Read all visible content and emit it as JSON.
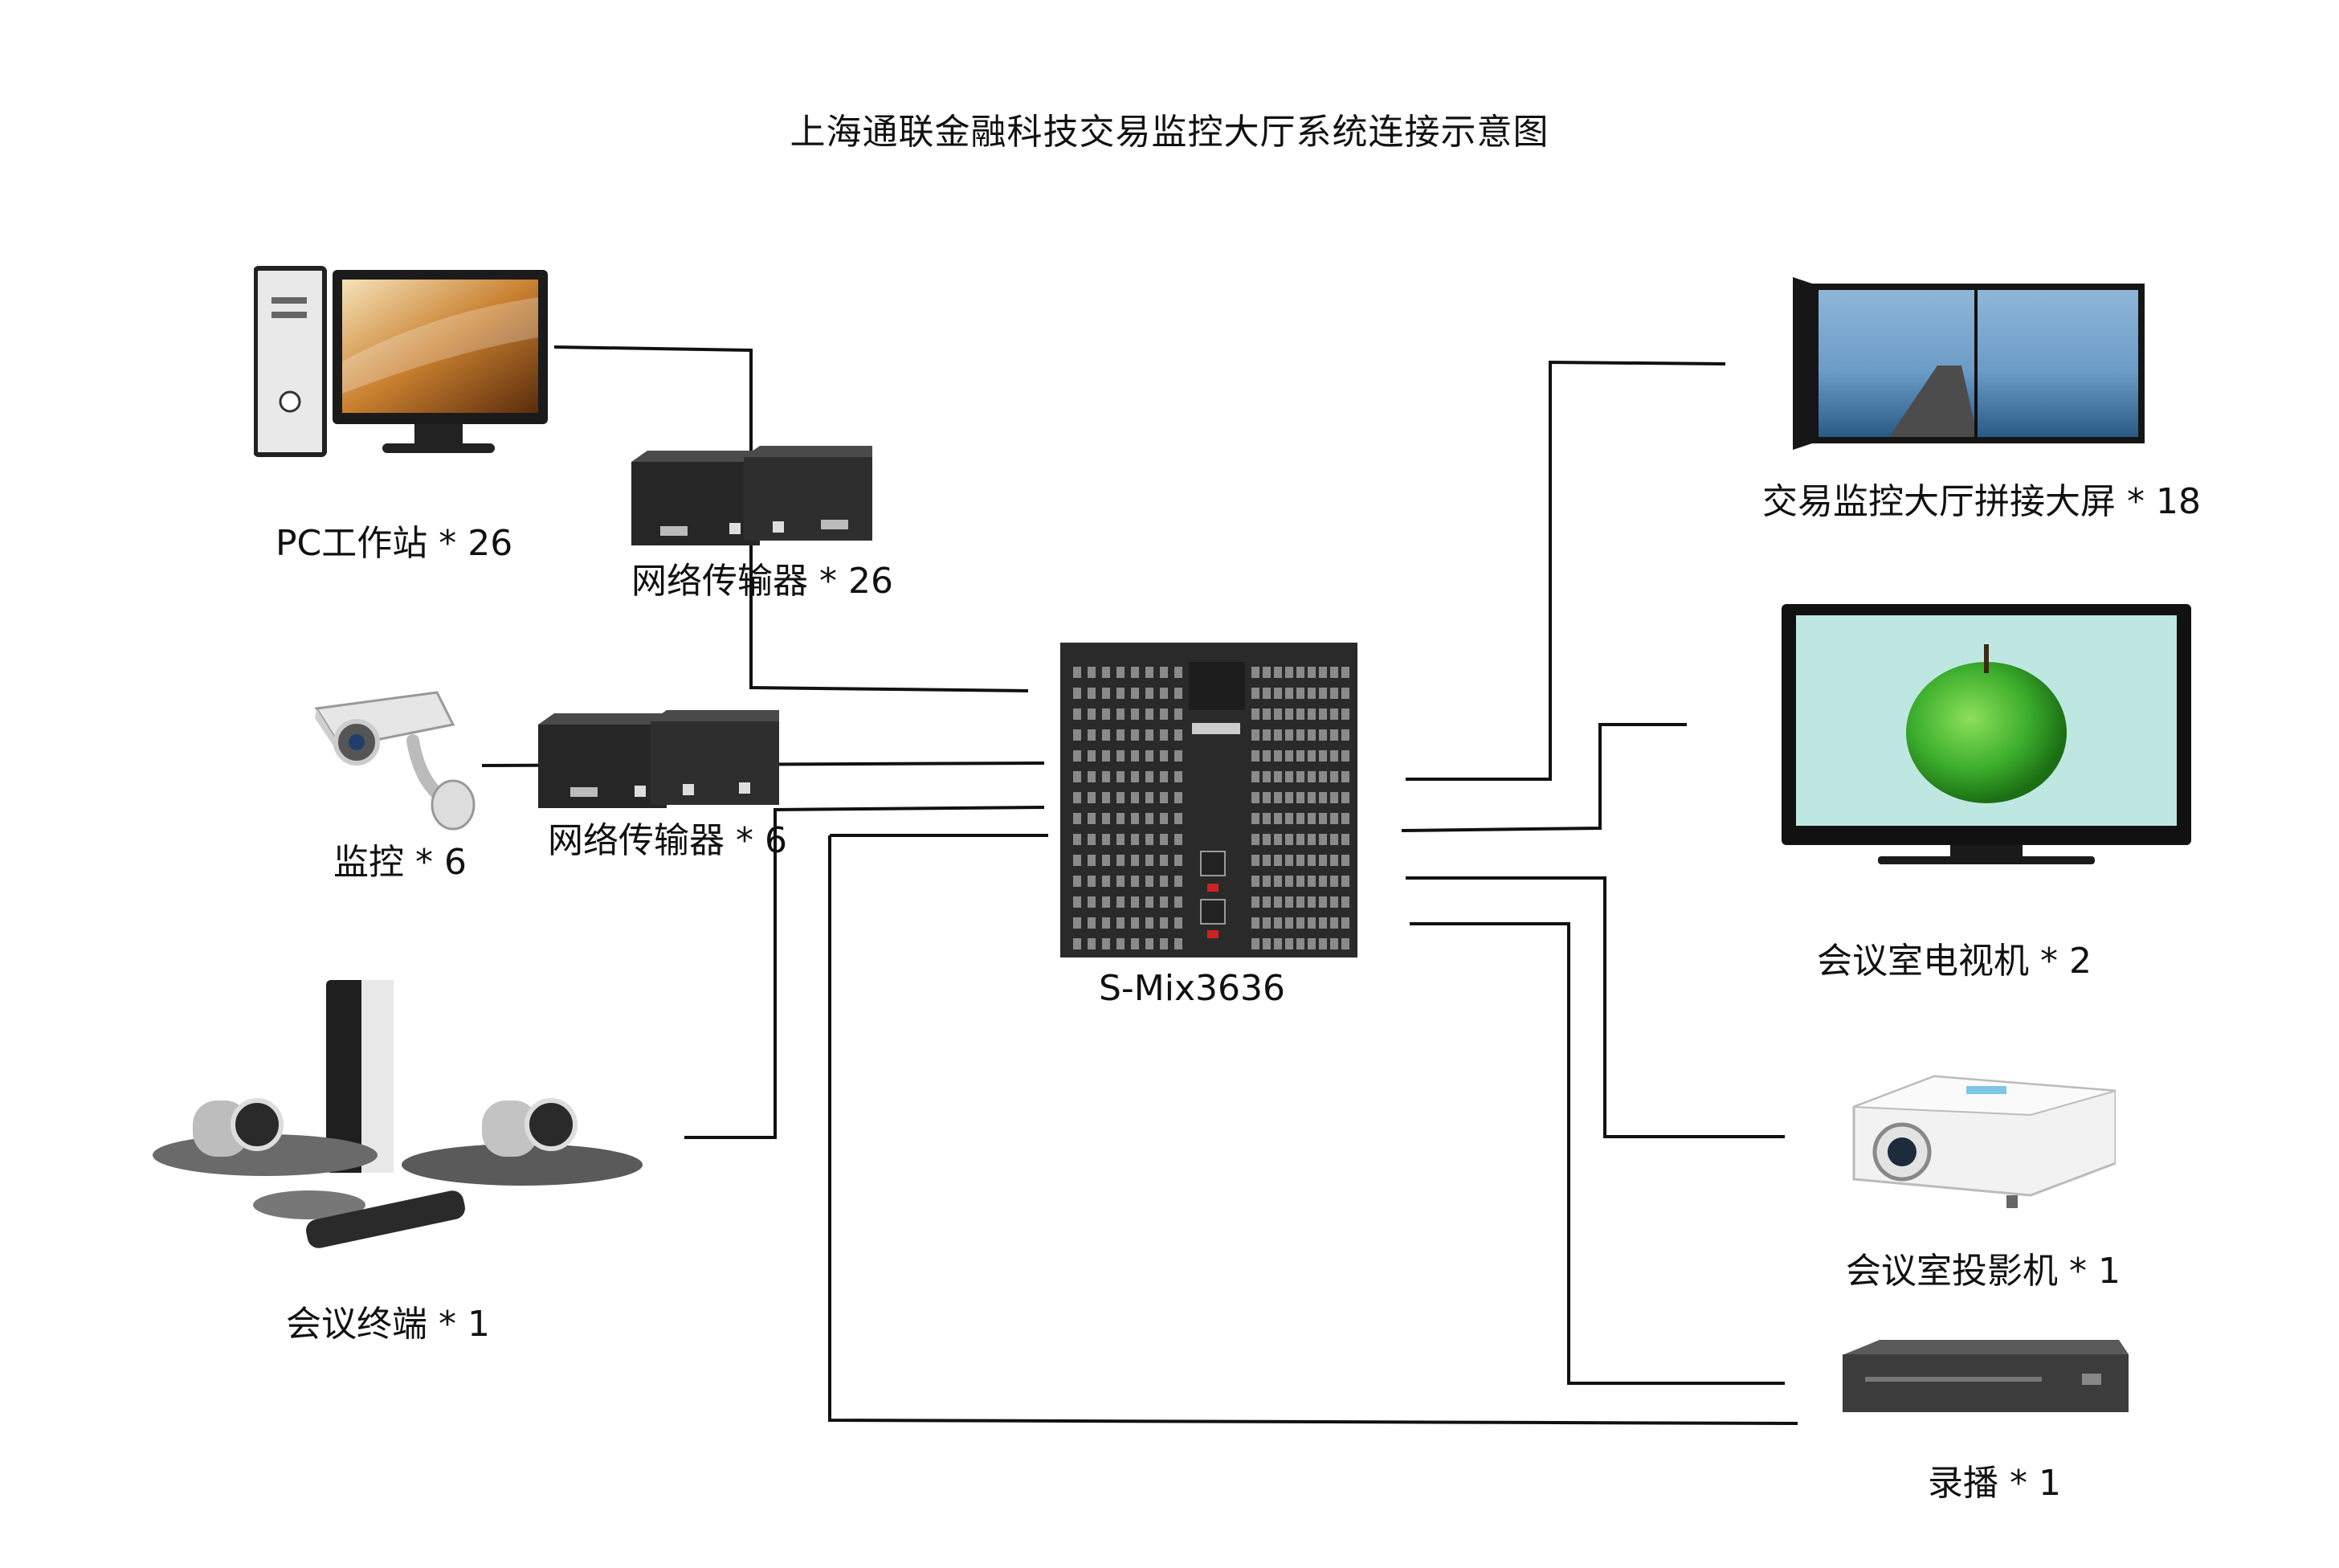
{
  "title": "上海通联金融科技交易监控大厅系统连接示意图",
  "devices": {
    "pc": {
      "label": "PC工作站 * 26",
      "icon": "pc-workstation-icon"
    },
    "extender_1": {
      "label": "网络传输器 * 26",
      "icon": "network-extender-icon"
    },
    "camera": {
      "label": "监控 * 6",
      "icon": "security-camera-icon"
    },
    "extender_2": {
      "label": "网络传输器 * 6",
      "icon": "network-extender-icon"
    },
    "conference": {
      "label": "会议终端 * 1",
      "icon": "video-conference-terminal-icon"
    },
    "matrix": {
      "label": "S-Mix3636",
      "icon": "matrix-switcher-icon"
    },
    "videowall": {
      "label": "交易监控大厅拼接大屏 * 18",
      "icon": "video-wall-icon"
    },
    "tv": {
      "label": "会议室电视机 * 2",
      "icon": "tv-icon"
    },
    "projector": {
      "label": "会议室投影机 * 1",
      "icon": "projector-icon"
    },
    "recorder": {
      "label": "录播 * 1",
      "icon": "recorder-icon"
    }
  },
  "colors": {
    "line": "#111111",
    "device_dark": "#2b2b2b",
    "screen_blue": "#4a86b8",
    "apple_green": "#3cae2c"
  }
}
